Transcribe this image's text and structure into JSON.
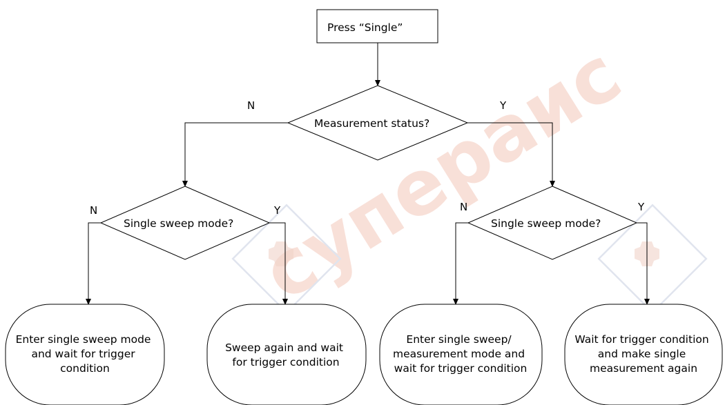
{
  "flowchart": {
    "start": "Press “Single”",
    "decision_main": "Measurement status?",
    "decision_left": "Single sweep mode?",
    "decision_right": "Single sweep mode?",
    "main_no": "N",
    "main_yes": "Y",
    "left_no": "N",
    "left_yes": "Y",
    "right_no": "N",
    "right_yes": "Y",
    "outcome_1": [
      "Enter single sweep mode",
      "and wait for trigger",
      "condition"
    ],
    "outcome_2": [
      "Sweep again and wait",
      "for trigger condition"
    ],
    "outcome_3": [
      "Enter single sweep/",
      "measurement mode and",
      "wait for trigger condition"
    ],
    "outcome_4": [
      "Wait for trigger condition",
      "and make single",
      "measurement again"
    ]
  },
  "watermark": {
    "text": "супераис",
    "color": "#f3c7ba"
  }
}
